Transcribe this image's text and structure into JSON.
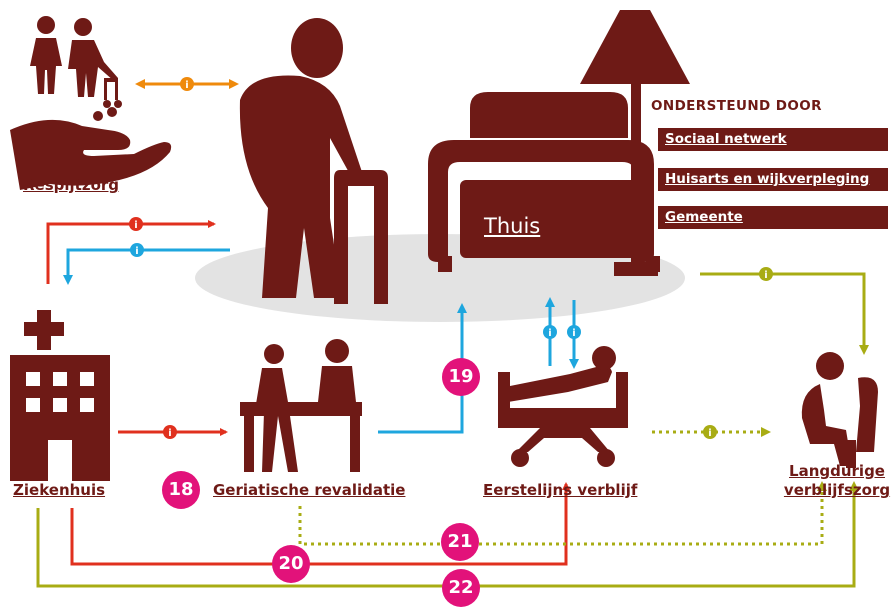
{
  "colors": {
    "brown": "#6e1a16",
    "red": "#e0301e",
    "blue": "#1ea6de",
    "olive": "#a8ac14",
    "orange": "#ef8a0c",
    "magenta": "#e2127a",
    "floor": "#e3e3e3"
  },
  "labels": {
    "respijtzorg": "Respijtzorg",
    "thuis": "Thuis",
    "ziekenhuis": "Ziekenhuis",
    "geriatrische": "Geriatische revalidatie",
    "eerstelijns": "Eerstelijns verblijf",
    "langdurige_line1": "Langdurige",
    "langdurige_line2": "verblijfszorg"
  },
  "support": {
    "title": "ONDERSTEUND DOOR",
    "items": [
      "Sociaal netwerk",
      "Huisarts en wijkverpleging",
      "Gemeente"
    ]
  },
  "badges": {
    "b18": "18",
    "b19": "19",
    "b20": "20",
    "b21": "21",
    "b22": "22"
  },
  "info_marker": "i",
  "icons": [
    "caregivers-icon",
    "hand-icon",
    "elderly-walker-icon",
    "armchair-icon",
    "floor-lamp-icon",
    "hospital-icon",
    "rehabilitation-icon",
    "care-bed-icon",
    "seated-person-icon"
  ]
}
